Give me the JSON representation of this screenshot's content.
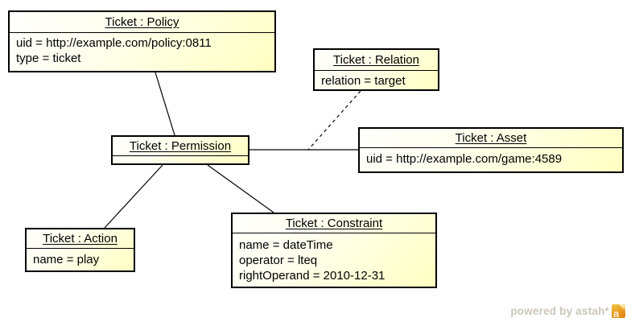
{
  "diagram": {
    "type": "uml-object-diagram",
    "objects": [
      {
        "id": "policy",
        "title": "Ticket : Policy",
        "attributes": [
          "uid = http://example.com/policy:0811",
          "type = ticket"
        ]
      },
      {
        "id": "relation",
        "title": "Ticket : Relation",
        "attributes": [
          "relation = target"
        ]
      },
      {
        "id": "permission",
        "title": "Ticket : Permission",
        "attributes": []
      },
      {
        "id": "asset",
        "title": "Ticket : Asset",
        "attributes": [
          "uid = http://example.com/game:4589"
        ]
      },
      {
        "id": "action",
        "title": "Ticket : Action",
        "attributes": [
          "name = play"
        ]
      },
      {
        "id": "constraint",
        "title": "Ticket : Constraint",
        "attributes": [
          "name = dateTime",
          "operator = lteq",
          "rightOperand = 2010-12-31"
        ]
      }
    ],
    "links": [
      {
        "from": "Ticket : Policy",
        "to": "Ticket : Permission",
        "style": "solid"
      },
      {
        "from": "Ticket : Permission",
        "to": "Ticket : Asset",
        "style": "solid"
      },
      {
        "from": "Ticket : Relation",
        "to": "link Permission-Asset",
        "style": "dashed"
      },
      {
        "from": "Ticket : Permission",
        "to": "Ticket : Action",
        "style": "solid"
      },
      {
        "from": "Ticket : Permission",
        "to": "Ticket : Constraint",
        "style": "solid"
      }
    ],
    "colors": {
      "border": "#000000",
      "fill_start": "#ffffff",
      "fill_end": "#ffffc2",
      "line": "#000000"
    }
  },
  "watermark": {
    "text": "powered by astah*",
    "color": "#ccc6bc",
    "logo_letter": "a"
  }
}
